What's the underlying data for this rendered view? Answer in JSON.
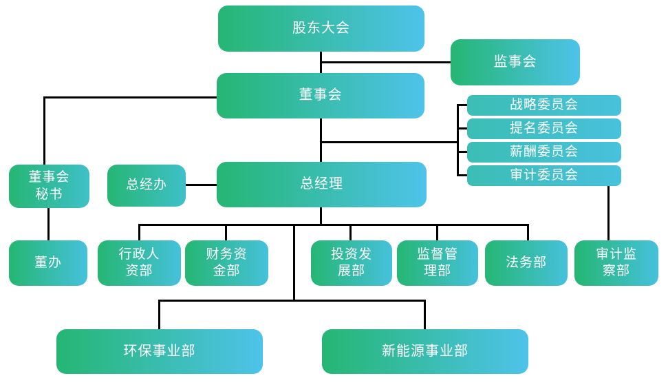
{
  "colors": {
    "background": "#ffffff",
    "text": "#ffffff",
    "line": "#000000",
    "node_green": "#25b673",
    "node_blue": "#4ec3ea",
    "node_teal_end": "#3fc0c9",
    "node_cyan_end": "#46c1dc",
    "committee_teal": "#3cbdb4",
    "committee_blue": "#48c1dd"
  },
  "org": {
    "shareholders_meeting": "股东大会",
    "supervisory_board": "监事会",
    "board_of_directors": "董事会",
    "strategy_committee": "战略委员会",
    "nomination_committee": "提名委员会",
    "compensation_committee": "薪酬委员会",
    "audit_committee": "审计委员会",
    "board_secretary": "董事会\n秘书",
    "gm_office": "总经办",
    "general_manager": "总经理",
    "board_office": "董办",
    "admin_hr_dept": "行政人\n资部",
    "finance_treasury_dept": "财务资\n金部",
    "investment_dev_dept": "投资发\n展部",
    "supervision_mgmt_dept": "监督管\n理部",
    "legal_dept": "法务部",
    "audit_inspection_dept": "审计监\n察部",
    "environmental_division": "环保事业部",
    "new_energy_division": "新能源事业部"
  }
}
